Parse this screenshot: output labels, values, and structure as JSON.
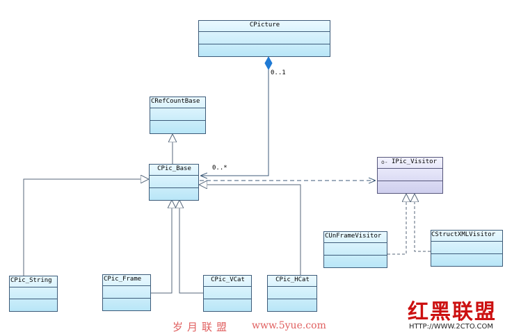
{
  "classes": {
    "cpicture": "CPicture",
    "crefcountbase": "CRefCountBase",
    "cpic_base": "CPic_Base",
    "ipic_visitor": "IPic_Visitor",
    "cpic_string": "CPic_String",
    "cpic_frame": "CPic_Frame",
    "cpic_vcat": "CPic_VCat",
    "cpic_hcat": "CPic_HCat",
    "cunframevisitor": "CUnFrameVisitor",
    "cstructxmlvisitor": "CStructXMLVisitor"
  },
  "interface_marker": "o-",
  "multiplicities": {
    "picture_end": "0..1",
    "base_end": "0..*"
  },
  "colors": {
    "class_fill": "#b9e6f7",
    "interface_fill": "#cfcfee",
    "line": "#3c5a78",
    "composition": "#1f7ad4"
  },
  "watermarks": {
    "left_text": "岁月联盟",
    "left_url": "www.5yue.com",
    "logo_text": "红黑联盟",
    "logo_url": "HTTP://WWW.2CTO.COM"
  }
}
